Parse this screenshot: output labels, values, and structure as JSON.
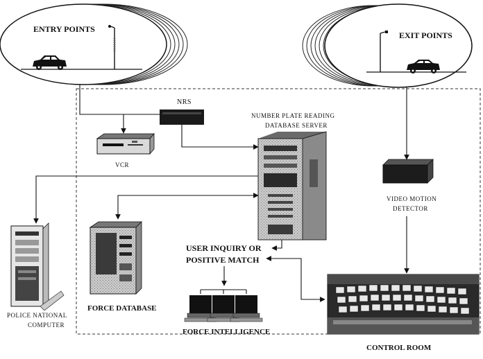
{
  "labels": {
    "entry_points": "ENTRY POINTS",
    "exit_points": "EXIT POINTS",
    "nrs": "NRS",
    "vcr": "VCR",
    "server_line1": "NUMBER PLATE READING",
    "server_line2": "DATABASE SERVER",
    "video_line1": "VIDEO MOTION",
    "video_line2": "DETECTOR",
    "user_line1": "USER INQUIRY OR",
    "user_line2": "POSITIVE MATCH",
    "police_line1": "POLICE NATIONAL",
    "police_line2": "COMPUTER",
    "force_database": "FORCE DATABASE",
    "force_intelligence": "FORCE INTELLIGENCE",
    "control_room": "CONTROL ROOM"
  }
}
